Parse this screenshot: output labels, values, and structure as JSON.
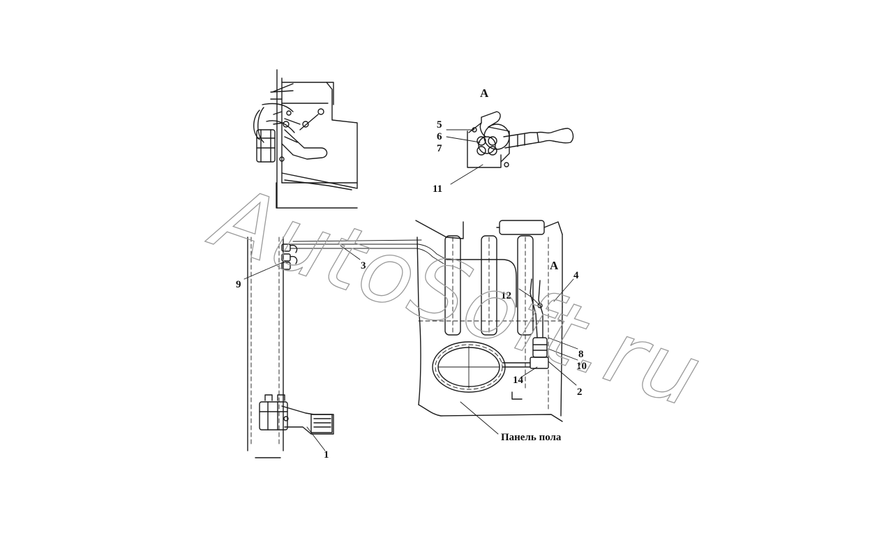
{
  "views": {
    "detail_title": "А",
    "section_marker": "А"
  },
  "callouts": {
    "c1": "1",
    "c2": "2",
    "c3": "3",
    "c4": "4",
    "c5": "5",
    "c6": "6",
    "c7": "7",
    "c8": "8",
    "c9": "9",
    "c10": "10",
    "c11": "11",
    "c12": "12",
    "c14": "14"
  },
  "caption": {
    "floor_panel": "Панель пола"
  },
  "watermark": {
    "text": "AutoSoft.ru"
  }
}
